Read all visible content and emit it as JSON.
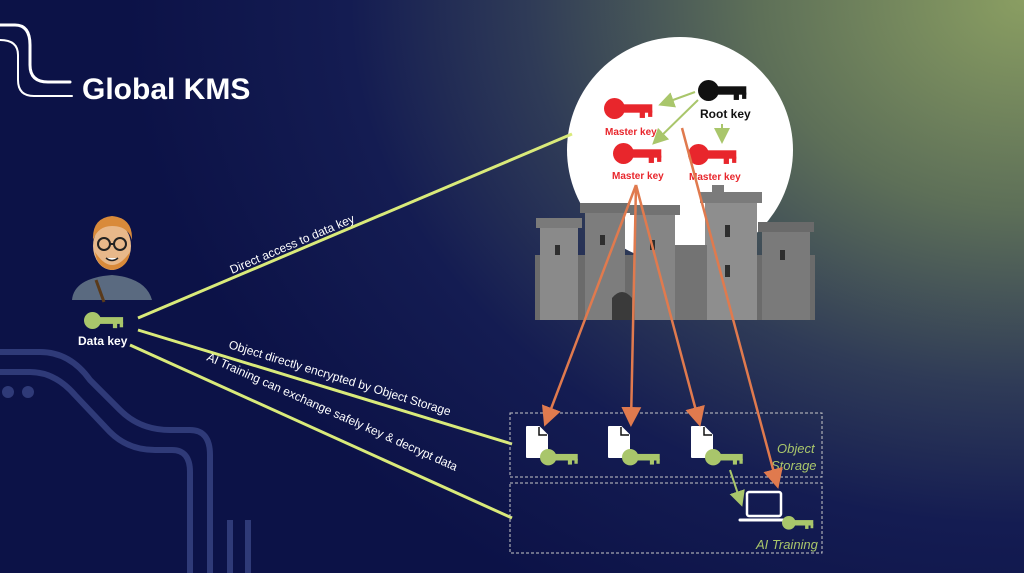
{
  "title": "Global KMS",
  "keys": {
    "root": "Root key",
    "master_1": "Master key",
    "master_2": "Master key",
    "master_3": "Master key",
    "data": "Data key"
  },
  "edges": {
    "direct_access": "Direct access to data key",
    "object_encrypted": "Object directly encrypted by Object Storage",
    "ai_training": "AI Training can exchange safely key & decrypt data"
  },
  "zones": {
    "object_storage_line1": "Object",
    "object_storage_line2": "Storage",
    "ai_training": "AI Training"
  },
  "colors": {
    "accent_green": "#d9ea7a",
    "key_green": "#a9c66b",
    "key_red": "#e8262c",
    "arrow_orange": "#e07a4e"
  }
}
